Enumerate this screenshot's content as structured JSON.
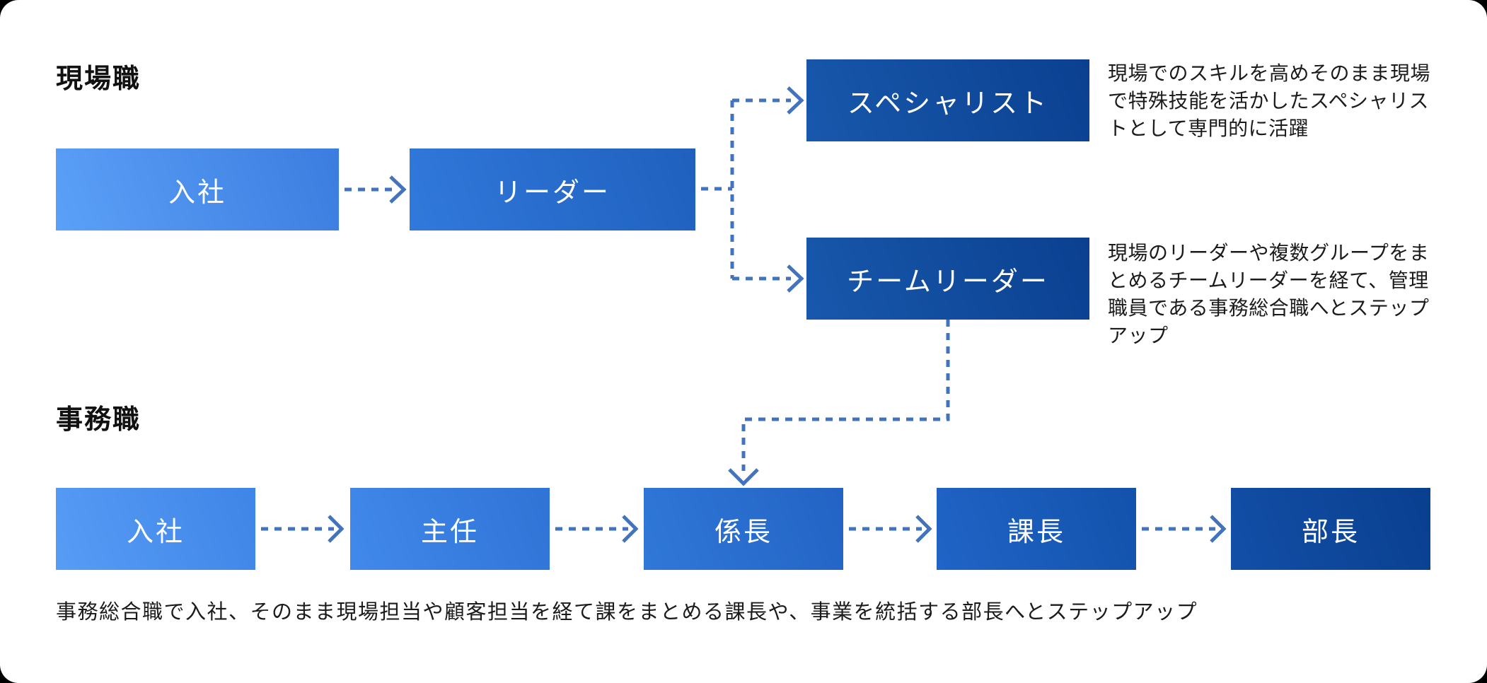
{
  "colors": {
    "card_background": "#ffffff",
    "connector": "#4273BC",
    "heading_text": "#111111",
    "body_text": "#1b1b1b",
    "box_label_text": "#ffffff"
  },
  "field_track": {
    "heading": "現場職",
    "boxes": [
      {
        "id": "field-nyusha",
        "label": "入社",
        "grad_from": "#5BA0F8",
        "grad_to": "#3B7DDF"
      },
      {
        "id": "field-leader",
        "label": "リーダー",
        "grad_from": "#3179DC",
        "grad_to": "#1F60BD"
      },
      {
        "id": "specialist",
        "label": "スペシャリスト",
        "grad_from": "#1858AC",
        "grad_to": "#0B4090",
        "description": "現場でのスキルを高めそのまま現場\nで特殊技能を活かしたスペシャリス\nトとして専門的に活躍"
      },
      {
        "id": "team-leader",
        "label": "チームリーダー",
        "grad_from": "#1858AC",
        "grad_to": "#0B4090",
        "description": "現場のリーダーや複数グループをま\nとめるチームリーダーを経て、管理\n職員である事務総合職へとステップ\nアップ"
      }
    ]
  },
  "office_track": {
    "heading": "事務職",
    "boxes": [
      {
        "id": "office-nyusha",
        "label": "入社",
        "grad_from": "#579CF5",
        "grad_to": "#3F85E7"
      },
      {
        "id": "shunin",
        "label": "主任",
        "grad_from": "#4189EB",
        "grad_to": "#2F73D5"
      },
      {
        "id": "kakaricho",
        "label": "係長",
        "grad_from": "#3078D8",
        "grad_to": "#2263C4"
      },
      {
        "id": "kacho",
        "label": "課長",
        "grad_from": "#2064C7",
        "grad_to": "#1252AB"
      },
      {
        "id": "bucho",
        "label": "部長",
        "grad_from": "#124FA7",
        "grad_to": "#0A3F8F"
      }
    ],
    "caption": "事務総合職で入社、そのまま現場担当や顧客担当を経て課をまとめる課長や、事業を統括する部長へとステップアップ"
  }
}
